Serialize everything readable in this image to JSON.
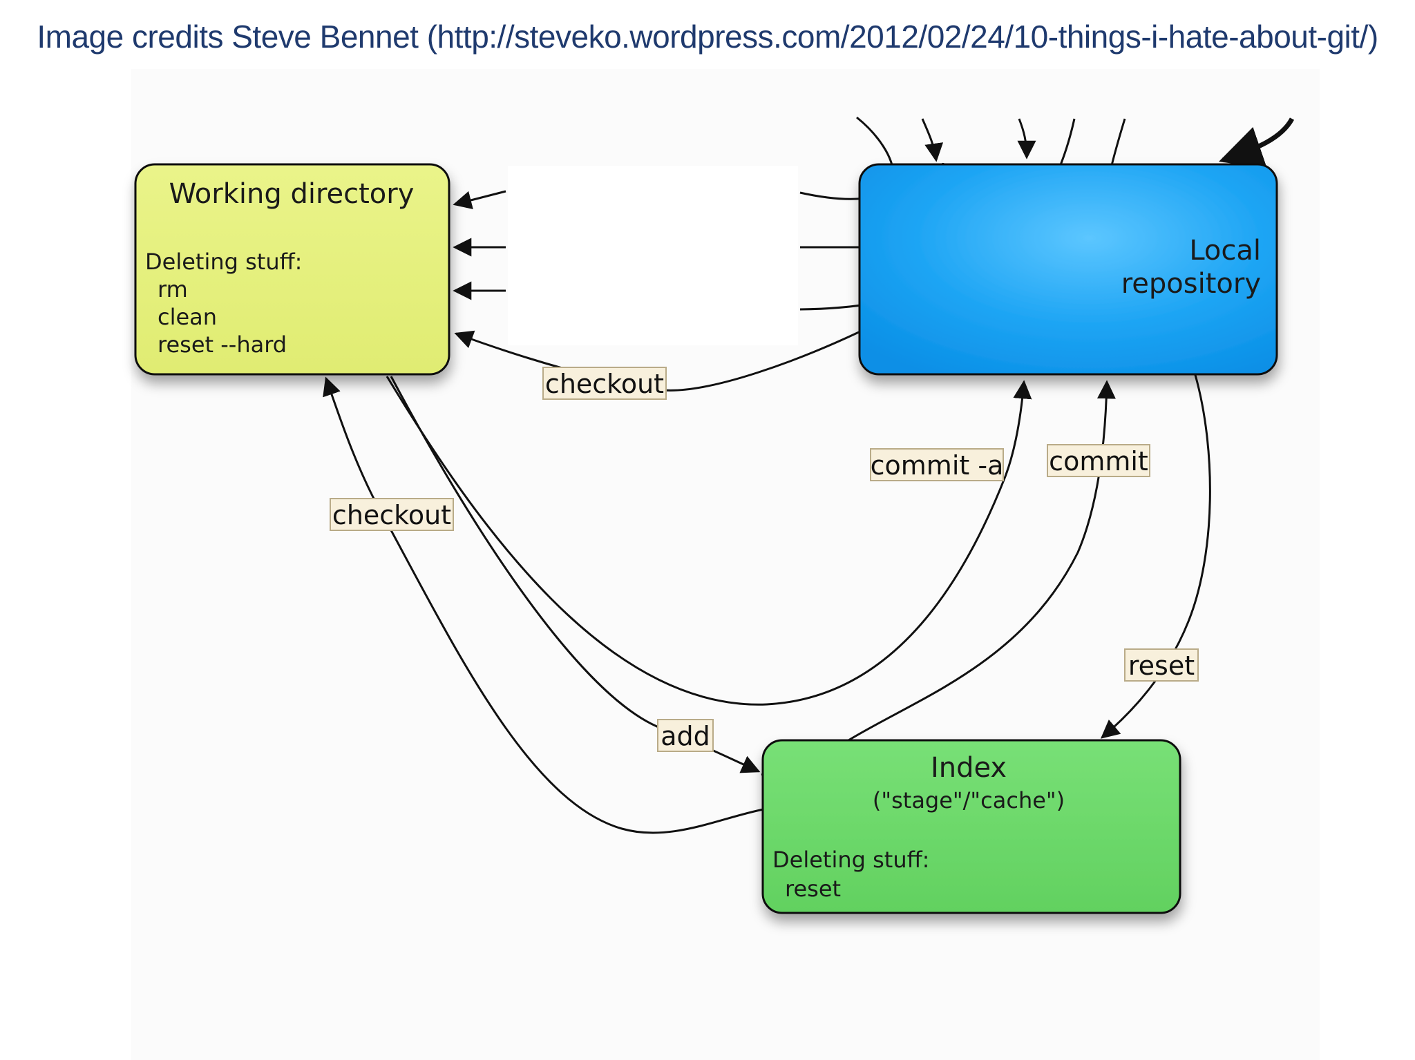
{
  "credit": "Image credits Steve Bennet (http://steveko.wordpress.com/2012/02/24/10-things-i-hate-about-git/)",
  "nodes": {
    "working_directory": {
      "title": "Working directory",
      "section": "Deleting stuff:",
      "items": [
        "rm",
        "clean",
        "reset --hard"
      ]
    },
    "local_repository": {
      "title_line1": "Local",
      "title_line2": "repository"
    },
    "index": {
      "title": "Index",
      "subtitle": "(\"stage\"/\"cache\")",
      "section": "Deleting stuff:",
      "items": [
        "reset"
      ]
    }
  },
  "edge_labels": {
    "checkout_repo_to_wd": "checkout",
    "checkout_index_to_wd": "checkout",
    "commit_a": "commit -a",
    "commit": "commit",
    "reset": "reset",
    "add": "add"
  },
  "colors": {
    "working_directory_fill": "#e5f07c",
    "local_repository_fill": "#1fa7f5",
    "index_fill": "#6cd96a",
    "label_fill": "#f8f0dc",
    "credit_text": "#1f3a6e"
  }
}
